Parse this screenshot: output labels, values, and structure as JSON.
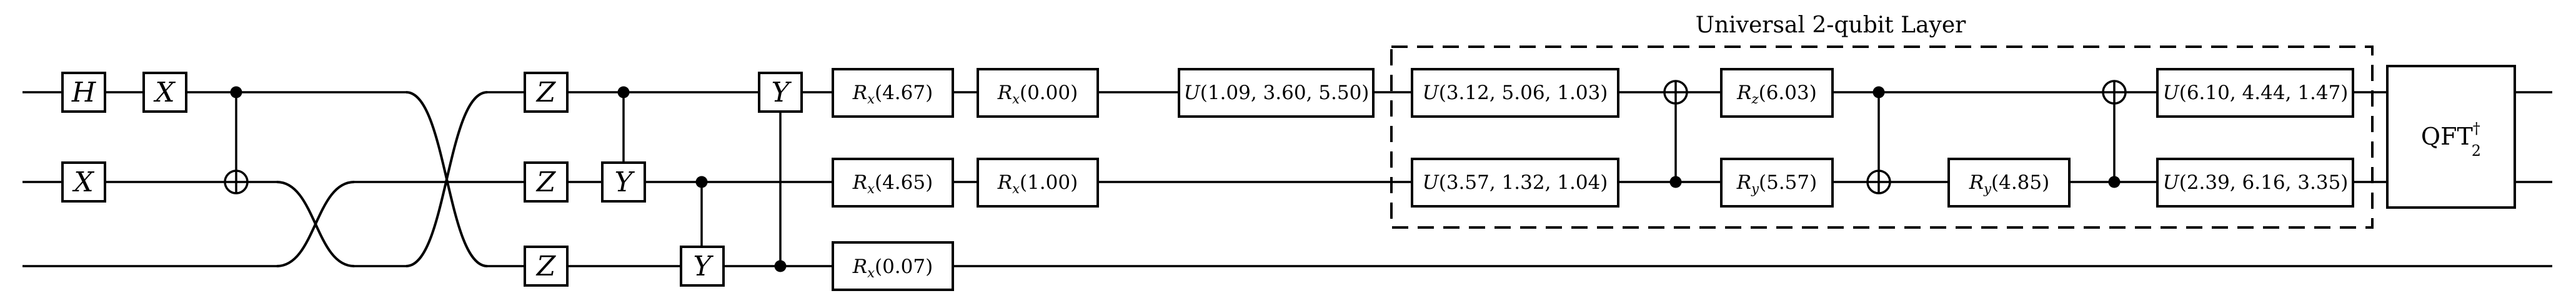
{
  "title": "Universal 2-qubit Layer",
  "colors": {
    "ink": "#000000",
    "background": "#ffffff"
  },
  "structure": {
    "qubit_count": 3,
    "columns": [
      "H on qubit0; X on qubit1",
      "X on qubit0",
      "CNOT: control qubit0, target qubit1",
      "wire crossing between wires 1 and 2",
      "wire crossing between wires 0 and 2 (wire 1 passes through)",
      "Z on wire0, Z on wire1, Z on wire2",
      "controlled-Y: control wire0, Y on wire1",
      "controlled-Y: control wire1, Y on wire2",
      "controlled-Y: control wire2, Y on wire0",
      "Rx(4.67) wire0; Rx(4.65) wire1; Rx(0.07) wire2",
      "Rx(0.00) wire0; Rx(1.00) wire1",
      "U(1.09, 3.60, 5.50) wire0",
      "dashed layer begins: U(3.12, 5.06, 1.03) wire0; U(3.57, 1.32, 1.04) wire1",
      "CNOT: target wire0, control wire1",
      "Rz(6.03) wire0; Ry(5.57) wire1",
      "CNOT: control wire0, target wire1",
      "Ry(4.85) wire1",
      "CNOT: target wire0, control wire1",
      "U(6.10, 4.44, 1.47) wire0; U(2.39, 6.16, 3.35) wire1; dashed layer ends",
      "QFT-dagger-2 block on wires 0 and 1"
    ]
  },
  "gates": {
    "h_q0": {
      "main": "H"
    },
    "x_q0": {
      "main": "X"
    },
    "x_q1": {
      "main": "X"
    },
    "z_w0": {
      "main": "Z"
    },
    "z_w1": {
      "main": "Z"
    },
    "z_w2": {
      "main": "Z"
    },
    "cy1_target": {
      "main": "Y"
    },
    "cy2_target": {
      "main": "Y"
    },
    "cy3_target": {
      "main": "Y"
    },
    "rx_w0_a": {
      "main": "R",
      "sub": "x",
      "args": "(4.67)"
    },
    "rx_w1_a": {
      "main": "R",
      "sub": "x",
      "args": "(4.65)"
    },
    "rx_w2_a": {
      "main": "R",
      "sub": "x",
      "args": "(0.07)"
    },
    "rx_w0_b": {
      "main": "R",
      "sub": "x",
      "args": "(0.00)"
    },
    "rx_w1_b": {
      "main": "R",
      "sub": "x",
      "args": "(1.00)"
    },
    "u_w0_pre": {
      "main": "U",
      "args": "(1.09, 3.60, 5.50)"
    },
    "u_w0_l1": {
      "main": "U",
      "args": "(3.12, 5.06, 1.03)"
    },
    "u_w1_l1": {
      "main": "U",
      "args": "(3.57, 1.32, 1.04)"
    },
    "rz_w0": {
      "main": "R",
      "sub": "z",
      "args": "(6.03)"
    },
    "ry_w1_a": {
      "main": "R",
      "sub": "y",
      "args": "(5.57)"
    },
    "ry_w1_b": {
      "main": "R",
      "sub": "y",
      "args": "(4.85)"
    },
    "u_w0_l2": {
      "main": "U",
      "args": "(6.10, 4.44, 1.47)"
    },
    "u_w1_l2": {
      "main": "U",
      "args": "(2.39, 6.16, 3.35)"
    },
    "qft": {
      "main": "QFT",
      "sup": "†",
      "sub": "2"
    }
  }
}
